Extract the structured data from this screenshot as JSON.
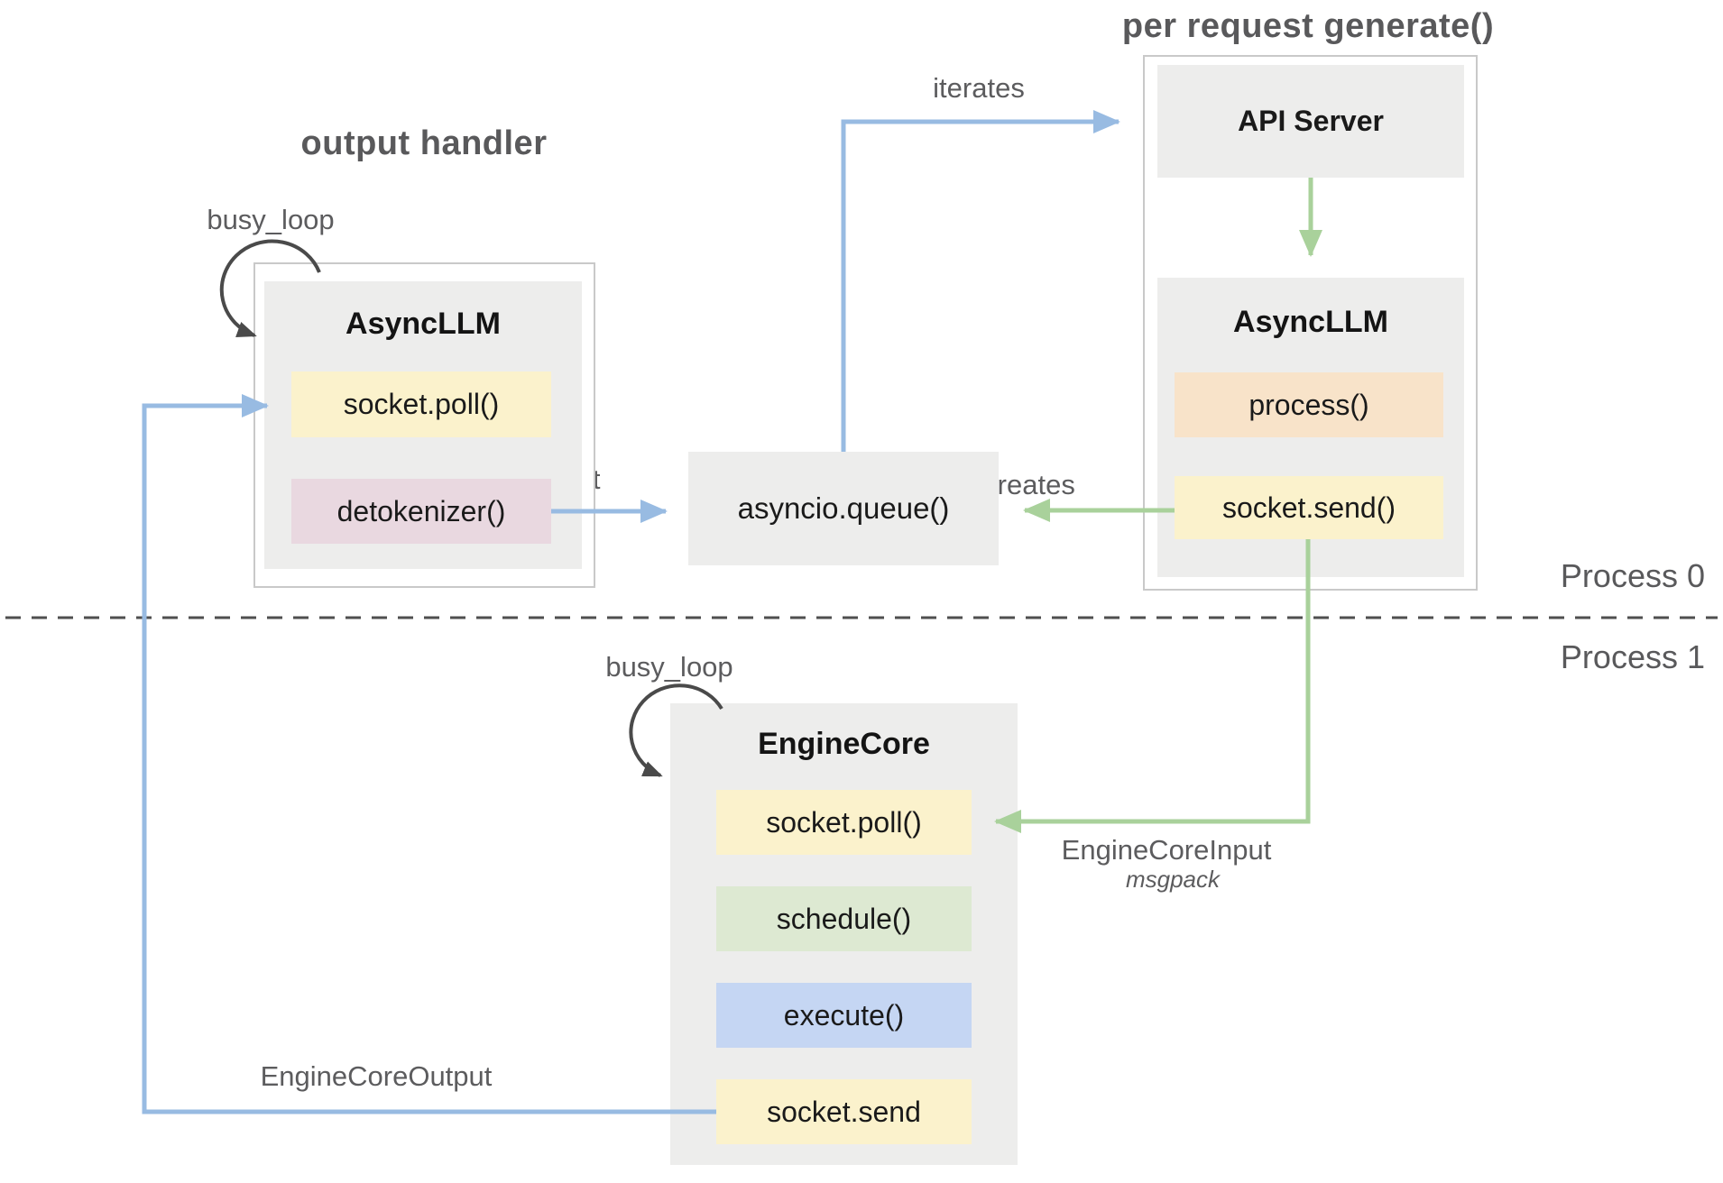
{
  "titles": {
    "output_handler": "output handler",
    "per_request_generate": "per request generate()"
  },
  "process_labels": {
    "top": "Process 0",
    "bottom": "Process 1"
  },
  "left_async": {
    "title": "AsyncLLM",
    "socket_poll": "socket.poll()",
    "detokenizer": "detokenizer()"
  },
  "queue": {
    "label": "asyncio.queue()"
  },
  "api_server": {
    "title": "API Server"
  },
  "right_async": {
    "title": "AsyncLLM",
    "process": "process()",
    "socket_send": "socket.send()"
  },
  "engine_core": {
    "title": "EngineCore",
    "socket_poll": "socket.poll()",
    "schedule": "schedule()",
    "execute": "execute()",
    "socket_send": "socket.send"
  },
  "edge_labels": {
    "busy_loop_left": "busy_loop",
    "busy_loop_engine": "busy_loop",
    "iterates": "iterates",
    "put": "put",
    "creates": "creates",
    "engine_core_input": "EngineCoreInput",
    "msgpack": "msgpack",
    "engine_core_output": "EngineCoreOutput"
  },
  "colors": {
    "box_gray": "#EDEDEC",
    "border_gray": "#C9C9C9",
    "yellow": "#FBF2CC",
    "pink": "#E9D8E0",
    "orange": "#F8E3C9",
    "green_fill": "#DDE9D2",
    "blue_fill": "#C5D6F3",
    "arrow_blue": "#98BBE2",
    "arrow_green": "#A9D19B",
    "loop_dark": "#4A4A4A",
    "dash_gray": "#4F4F4F",
    "label_gray": "#5C5C5E",
    "title_gray": "#59595B",
    "text_black": "#1A1A1A"
  }
}
